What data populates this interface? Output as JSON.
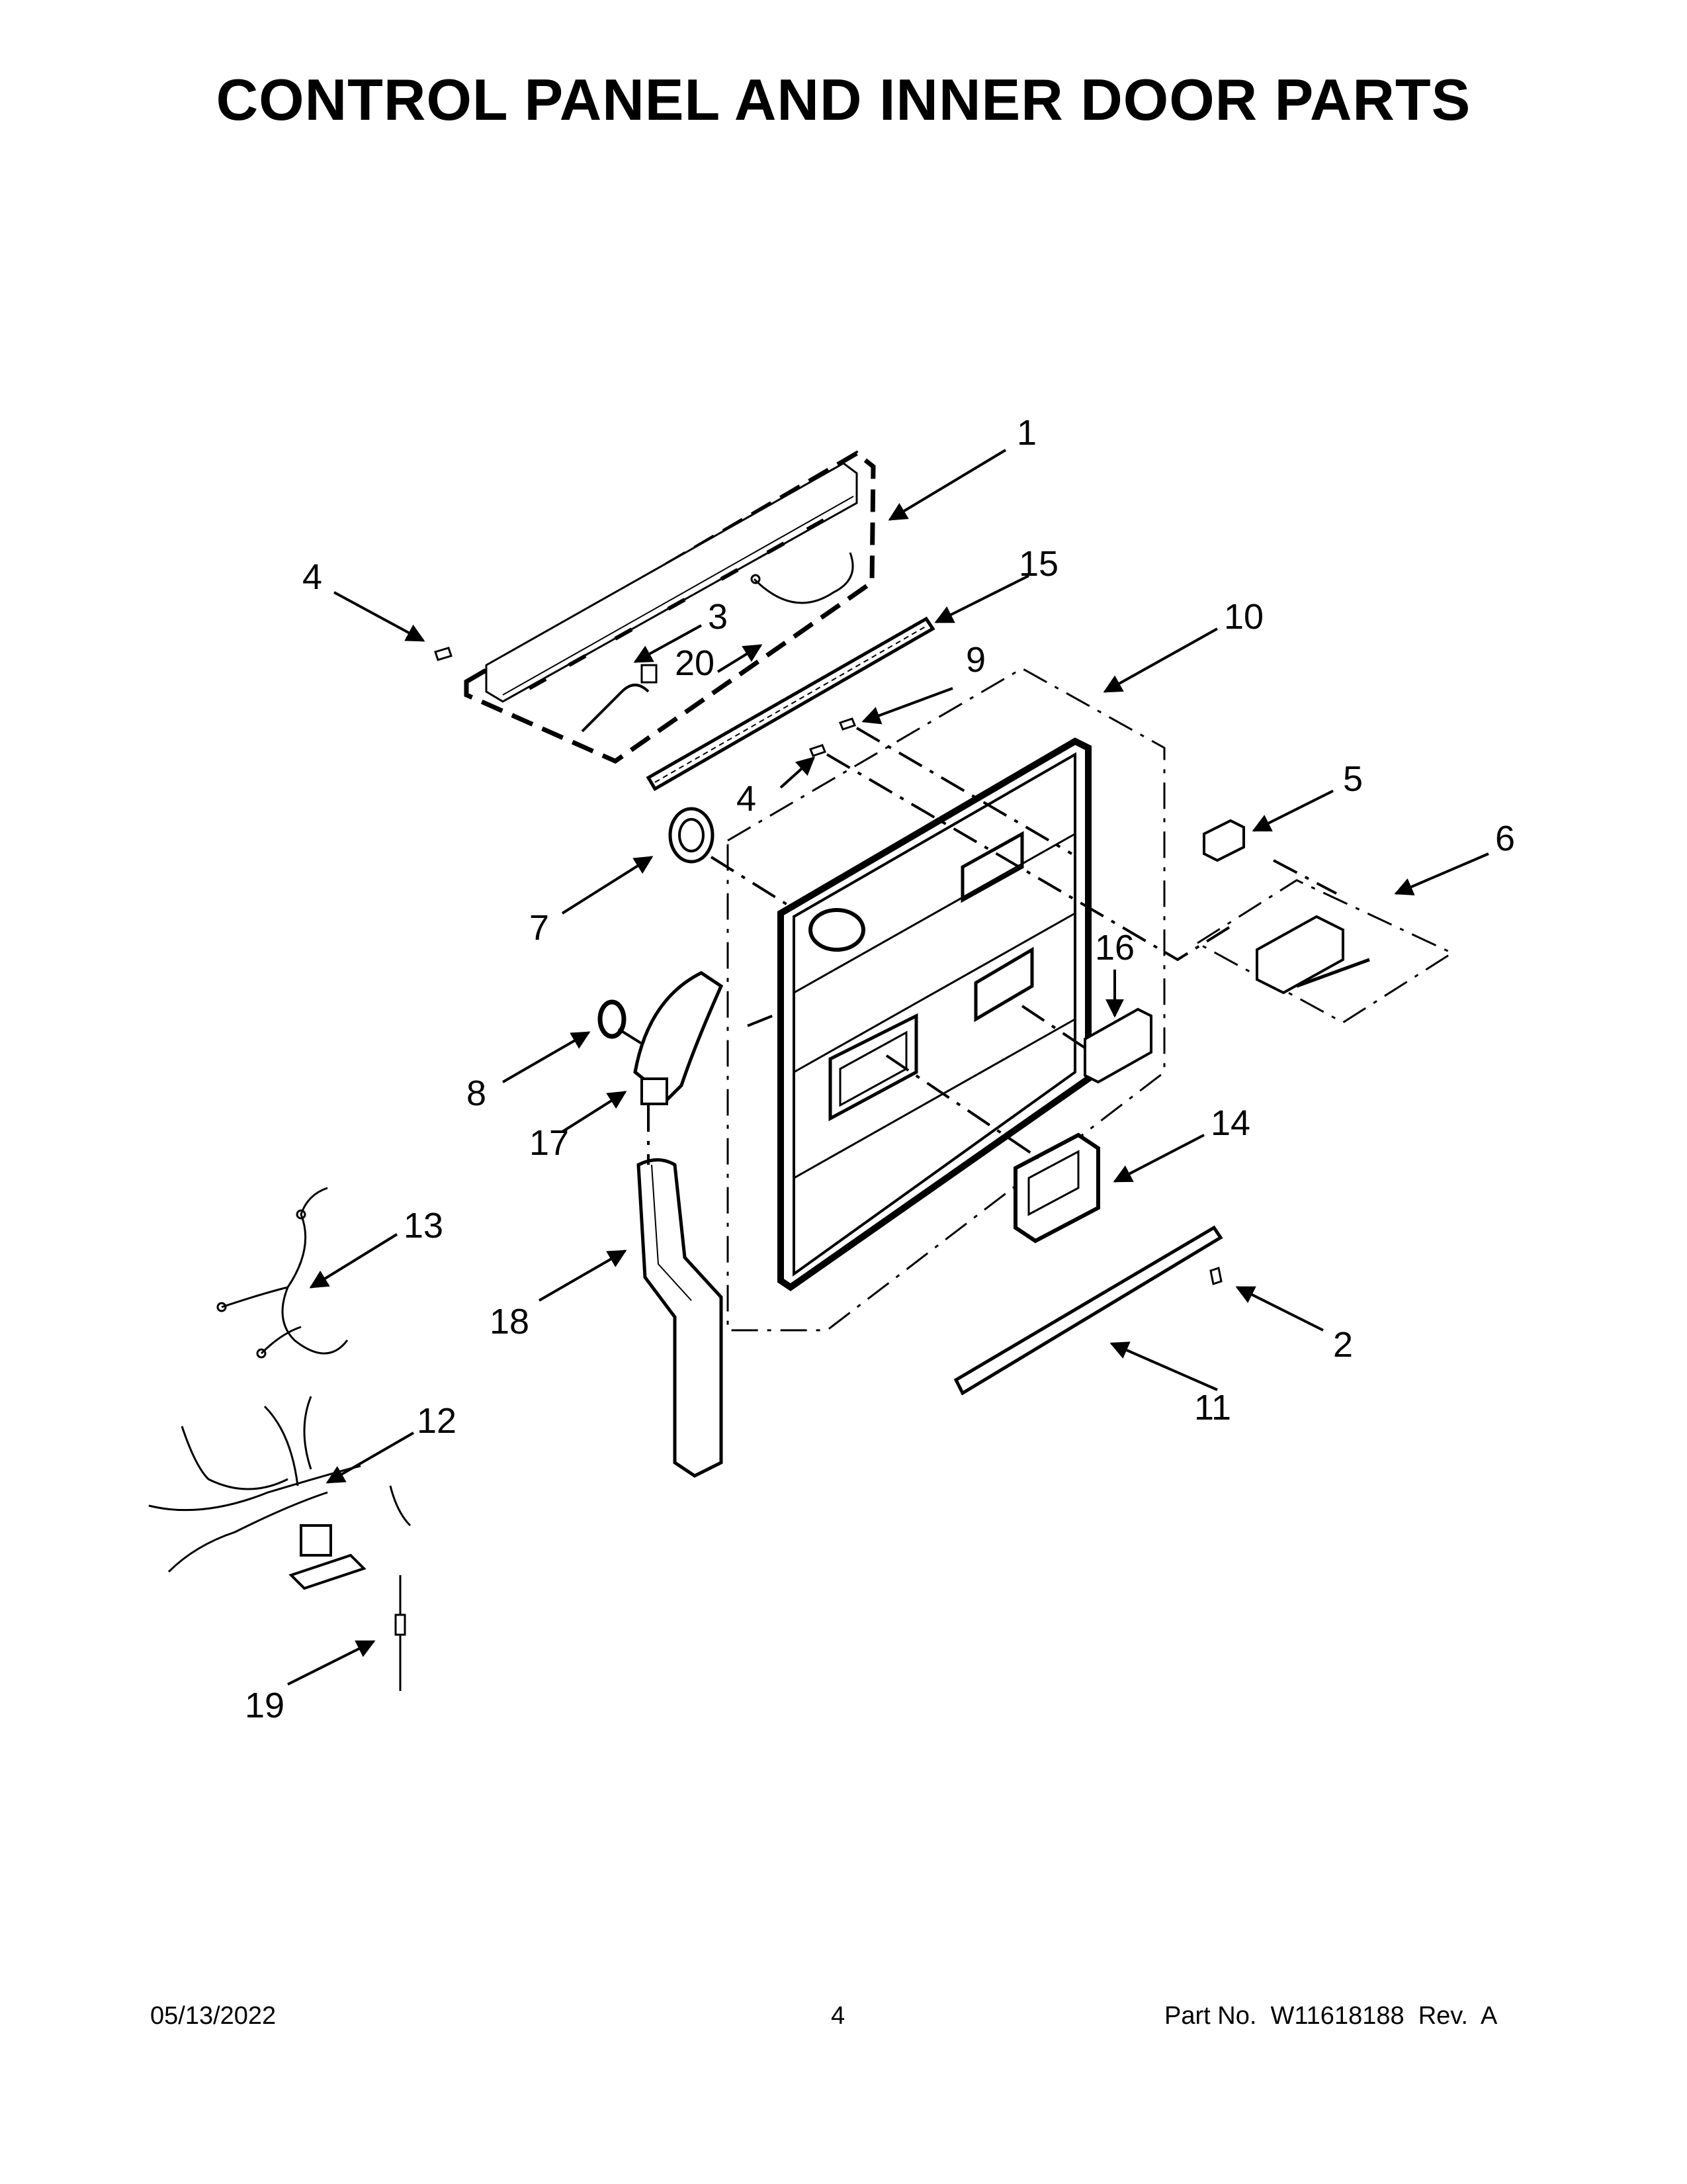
{
  "title": "CONTROL PANEL AND INNER DOOR PARTS",
  "callouts": [
    {
      "id": "c1",
      "label": "1"
    },
    {
      "id": "c2",
      "label": "2"
    },
    {
      "id": "c3",
      "label": "3"
    },
    {
      "id": "c4a",
      "label": "4"
    },
    {
      "id": "c4b",
      "label": "4"
    },
    {
      "id": "c5",
      "label": "5"
    },
    {
      "id": "c6",
      "label": "6"
    },
    {
      "id": "c7",
      "label": "7"
    },
    {
      "id": "c8",
      "label": "8"
    },
    {
      "id": "c9",
      "label": "9"
    },
    {
      "id": "c10",
      "label": "10"
    },
    {
      "id": "c11",
      "label": "11"
    },
    {
      "id": "c12",
      "label": "12"
    },
    {
      "id": "c13",
      "label": "13"
    },
    {
      "id": "c14",
      "label": "14"
    },
    {
      "id": "c15",
      "label": "15"
    },
    {
      "id": "c16",
      "label": "16"
    },
    {
      "id": "c17",
      "label": "17"
    },
    {
      "id": "c18",
      "label": "18"
    },
    {
      "id": "c19",
      "label": "19"
    },
    {
      "id": "c20",
      "label": "20"
    }
  ],
  "footer": {
    "date": "05/13/2022",
    "page": "4",
    "part_no": "Part No.  W11618188  Rev.  A"
  }
}
